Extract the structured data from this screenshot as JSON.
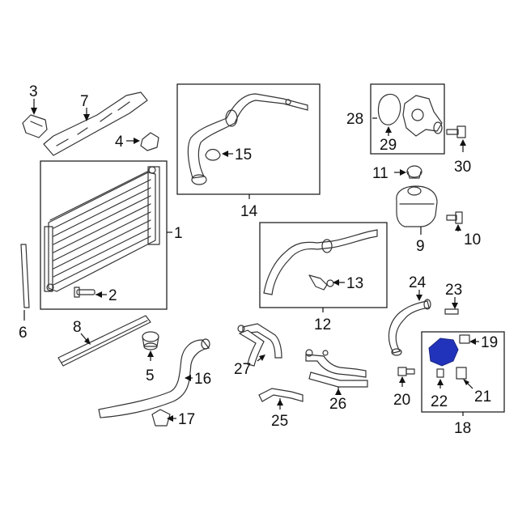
{
  "labels": {
    "p1": "1",
    "p2": "2",
    "p3": "3",
    "p4": "4",
    "p5": "5",
    "p6": "6",
    "p7": "7",
    "p8": "8",
    "p9": "9",
    "p10": "10",
    "p11": "11",
    "p12": "12",
    "p13": "13",
    "p14": "14",
    "p15": "15",
    "p16": "16",
    "p17": "17",
    "p18": "18",
    "p19": "19",
    "p20": "20",
    "p21": "21",
    "p22": "22",
    "p23": "23",
    "p24": "24",
    "p25": "25",
    "p26": "26",
    "p27": "27",
    "p28": "28",
    "p29": "29",
    "p30": "30"
  },
  "colors": {
    "highlight": "#2233bb",
    "line": "#333333"
  }
}
